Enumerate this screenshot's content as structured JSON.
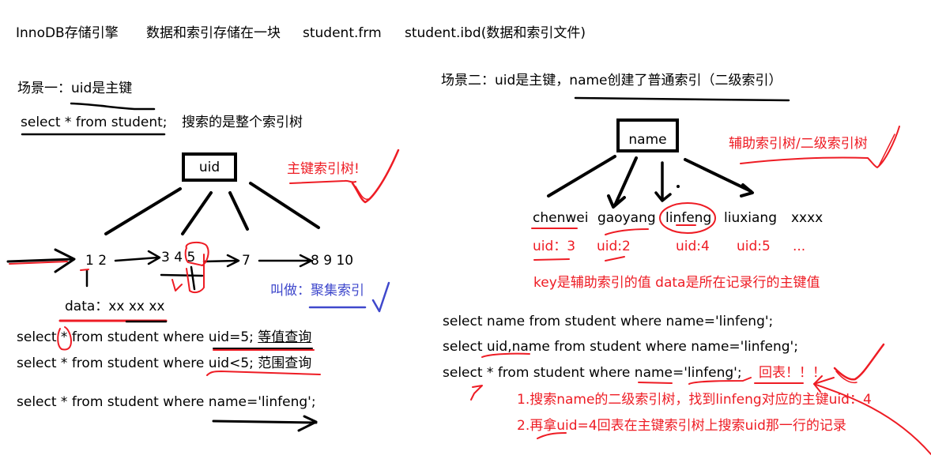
{
  "header": {
    "engine": "InnoDB存储引擎",
    "storage_note": "数据和索引存储在一块",
    "frm_file": "student.frm",
    "ibd_file": "student.ibd(数据和索引文件)"
  },
  "scene1": {
    "title": "场景一：uid是主键",
    "query_all": "select * from student;",
    "query_all_note": "搜索的是整个索引树",
    "root_label": "uid",
    "tree_note": "主键索引树!",
    "leaf_nodes": [
      "1 2",
      "3 4 5",
      "7",
      "8 9 10"
    ],
    "data_label": "data：xx xx xx",
    "clustered_note": "叫做：聚集索引",
    "queries": [
      {
        "text": "select * from student where uid=5;",
        "note": "等值查询"
      },
      {
        "text": "select * from student where uid<5;",
        "note": "范围查询"
      },
      {
        "text": "select * from student where name='linfeng';",
        "note": ""
      }
    ]
  },
  "scene2": {
    "title": "场景二：uid是主键，name创建了普通索引（二级索引）",
    "root_label": "name",
    "tree_note": "辅助索引树/二级索引树",
    "leaves": [
      {
        "key": "chenwei",
        "uid": "uid：3"
      },
      {
        "key": "gaoyang",
        "uid": "uid:2"
      },
      {
        "key": "linfeng",
        "uid": "uid:4"
      },
      {
        "key": "liuxiang",
        "uid": "uid:5"
      },
      {
        "key": "xxxx",
        "uid": "..."
      }
    ],
    "key_data_note": "key是辅助索引的值 data是所在记录行的主键值",
    "queries": [
      "select name from student where name='linfeng';",
      "select uid,name from student where name='linfeng';",
      "select * from student where name='linfeng';"
    ],
    "back_to_table": "回表！！！",
    "steps": [
      "1.搜索name的二级索引树，找到linfeng对应的主键uid：4",
      "2.再拿uid=4回表在主键索引树上搜索uid那一行的记录"
    ]
  },
  "colors": {
    "annotation_red": "#ee1c24",
    "annotation_blue": "#3f48cc",
    "ink_black": "#000000"
  }
}
